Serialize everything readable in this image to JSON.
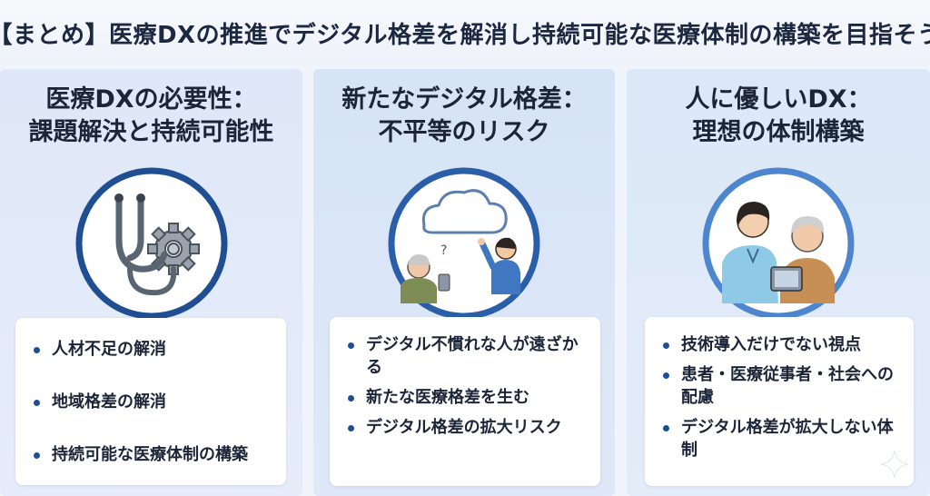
{
  "header": {
    "title": "【まとめ】医療DXの推進でデジタル格差を解消し持続可能な医療体制の構築を目指そう"
  },
  "panels": [
    {
      "title_line1": "医療DXの必要性：",
      "title_line2": "課題解決と持続可能性",
      "icon": "stethoscope-gear-icon",
      "items": [
        "人材不足の解消",
        "地域格差の解消",
        "持続可能な医療体制の構築"
      ]
    },
    {
      "title_line1": "新たなデジタル格差：",
      "title_line2": "不平等のリスク",
      "icon": "cloud-people-icon",
      "items": [
        "デジタル不慣れな人が遠ざかる",
        "新たな医療格差を生む",
        "デジタル格差の拡大リスク"
      ]
    },
    {
      "title_line1": "人に優しいDX：",
      "title_line2": "理想の体制構築",
      "icon": "nurse-elder-icon",
      "items": [
        "技術導入だけでない視点",
        "患者・医療従事者・社会への配慮",
        "デジタル格差が拡大しない体制"
      ]
    }
  ],
  "colors": {
    "accent": "#1e4e93",
    "ring": "#2a5ea8",
    "header_text": "#1c2740"
  }
}
